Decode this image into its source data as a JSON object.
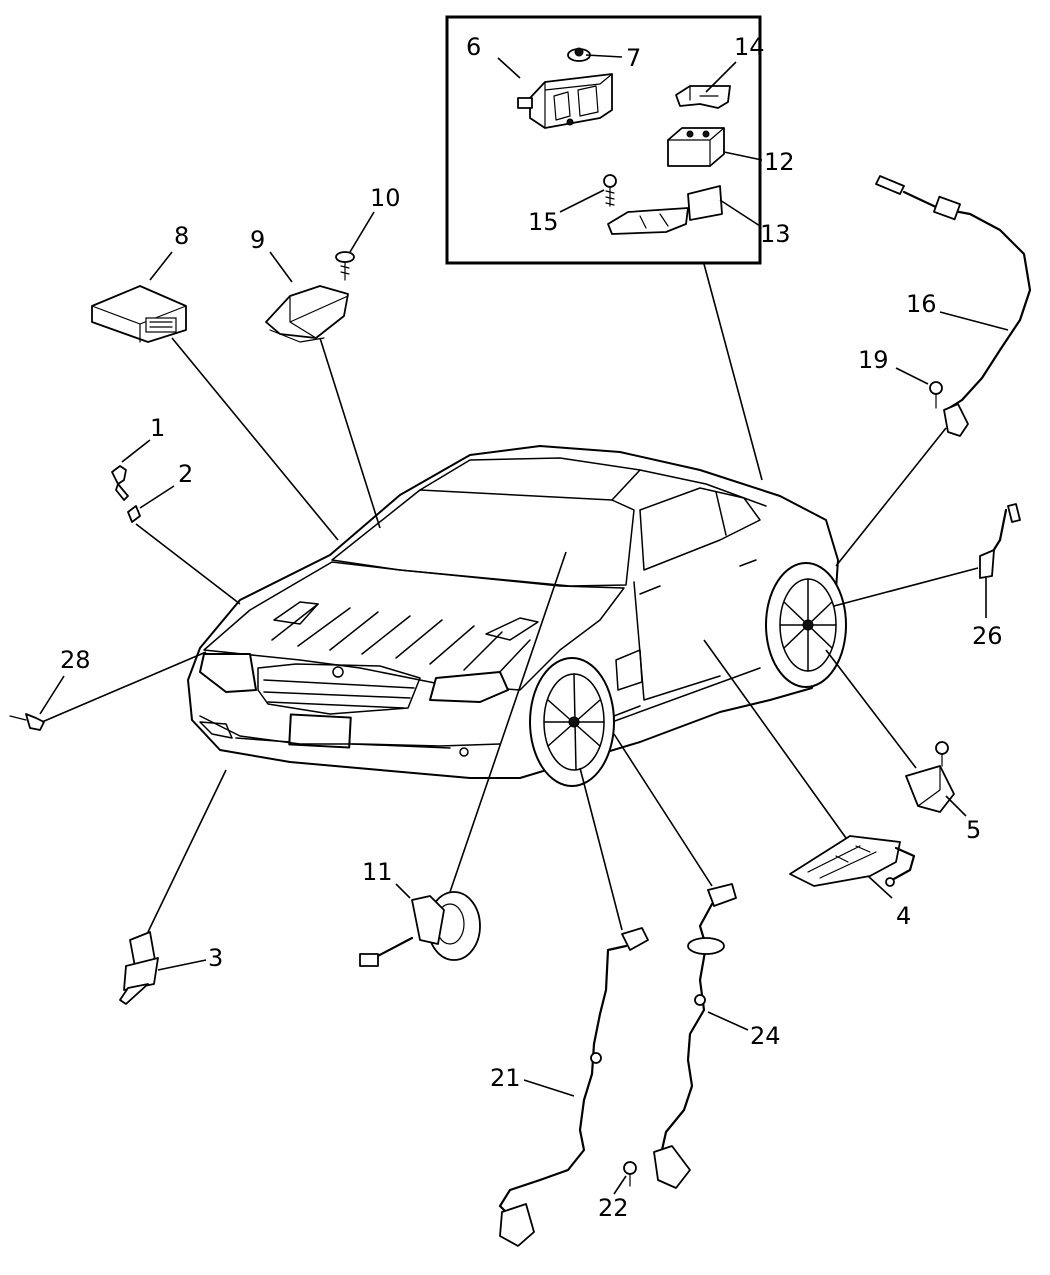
{
  "callouts": {
    "c1": "1",
    "c2": "2",
    "c3": "3",
    "c4": "4",
    "c5": "5",
    "c6": "6",
    "c7": "7",
    "c8": "8",
    "c9": "9",
    "c10": "10",
    "c11": "11",
    "c12": "12",
    "c13": "13",
    "c14": "14",
    "c15": "15",
    "c16": "16",
    "c19": "19",
    "c21": "21",
    "c22": "22",
    "c24": "24",
    "c26": "26",
    "c28": "28"
  }
}
